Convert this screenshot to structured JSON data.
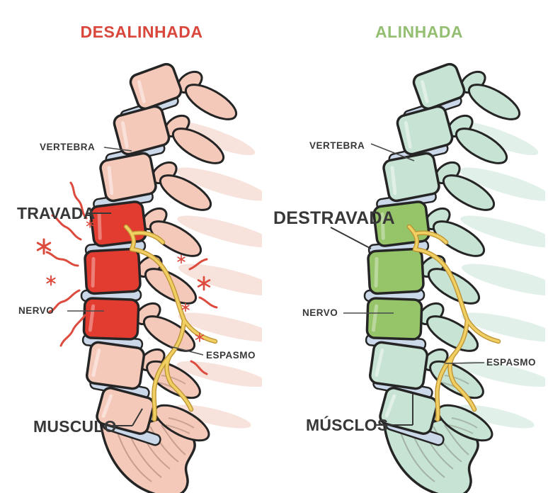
{
  "titles": {
    "left": "DESALINHADA",
    "right": "ALINHADA"
  },
  "left": {
    "labels": {
      "vertebra": "VERTEBRA",
      "locked": "TRAVADA",
      "nerve": "NERVO",
      "spasm": "ESPASMO",
      "muscle": "MUSCULO"
    }
  },
  "right": {
    "labels": {
      "vertebra": "VERTEBRA",
      "unlocked": "DESTRAVADA",
      "nerve": "NERVO",
      "spasm": "ESPASMO",
      "muscle": "MÚSCLOS"
    }
  },
  "colors": {
    "misaligned_accent": "#D9473C",
    "aligned_accent": "#94BF72",
    "bone_pink": "#F4C9BA",
    "bone_mint": "#C6E3D3",
    "locked_red": "#E23B30",
    "locked_green": "#96C469",
    "shadow_pink": "#F3D3CA",
    "shadow_mint": "#D2E9DD",
    "disc_blue": "#CAD8E9",
    "nerve_yellow": "#F0CF63",
    "nerve_outline": "#BE9232",
    "outline_dark": "#252525",
    "pain_red": "#DD4B3E",
    "label_dark": "#383838",
    "leader_gray": "#4A4A4A"
  },
  "icons": {
    "pain_star": "asterisk-pain-icon",
    "pain_wave": "spasm-wave-icon"
  }
}
